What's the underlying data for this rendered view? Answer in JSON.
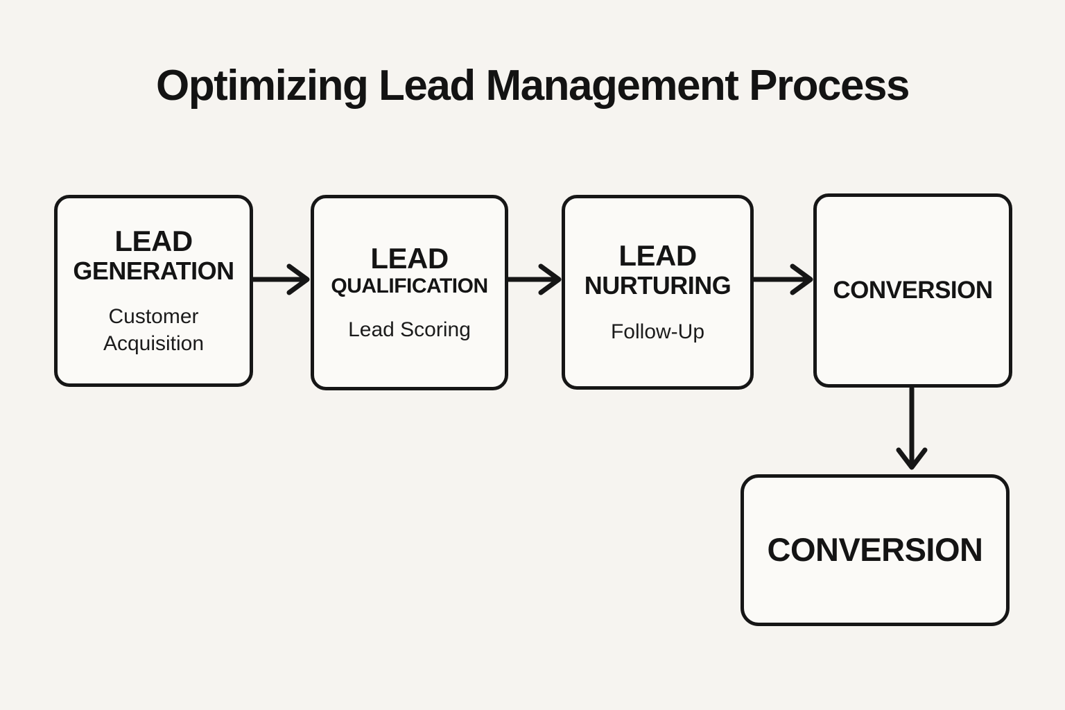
{
  "diagram": {
    "title": "Optimizing Lead Management Process",
    "nodes": [
      {
        "name": "lead-generation",
        "line1": "LEAD",
        "line2": "GENERATION",
        "subtitle": "Customer Acquisition"
      },
      {
        "name": "lead-qualification",
        "line1": "LEAD",
        "line2": "QUALIFICATION",
        "subtitle": "Lead Scoring"
      },
      {
        "name": "lead-nurturing",
        "line1": "LEAD",
        "line2": "NURTURING",
        "subtitle": "Follow-Up"
      },
      {
        "name": "conversion",
        "line1": "CONVERSION"
      },
      {
        "name": "conversion-final",
        "line1": "CONVERSION"
      }
    ],
    "edges": [
      {
        "from": "lead-generation",
        "to": "lead-qualification",
        "direction": "right"
      },
      {
        "from": "lead-qualification",
        "to": "lead-nurturing",
        "direction": "right"
      },
      {
        "from": "lead-nurturing",
        "to": "conversion",
        "direction": "right"
      },
      {
        "from": "conversion",
        "to": "conversion-final",
        "direction": "down"
      }
    ],
    "colors": {
      "background": "#f6f4f0",
      "box_fill": "#fbfaf7",
      "stroke": "#161616",
      "text": "#141414"
    }
  }
}
